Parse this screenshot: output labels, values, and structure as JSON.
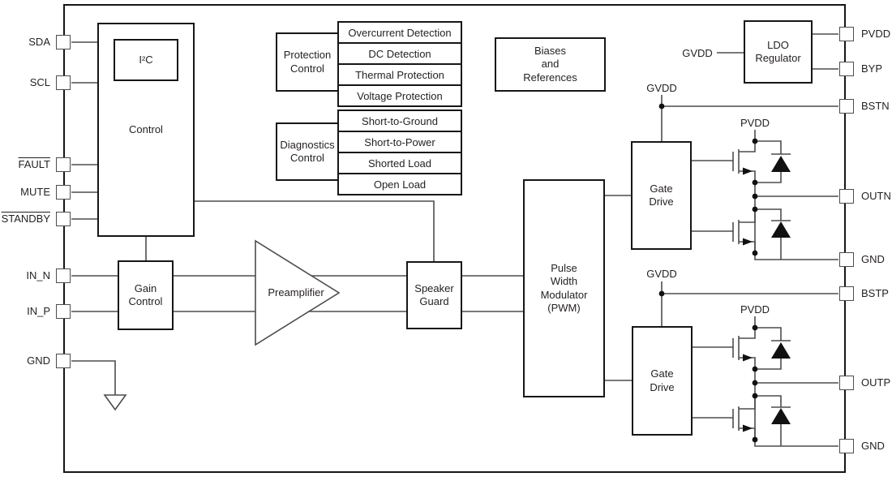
{
  "figure": {
    "type": "functional-block-diagram",
    "colors": {
      "background": "#ffffff",
      "wire": "#4d4d4d",
      "block_border": "#161616",
      "text": "#231f20",
      "fill": "#111111"
    }
  },
  "pins": {
    "left": [
      {
        "label": "SDA"
      },
      {
        "label": "SCL"
      },
      {
        "label": "FAULT",
        "overline": true
      },
      {
        "label": "MUTE"
      },
      {
        "label": "STANDBY",
        "overline": true
      },
      {
        "label": "IN_N"
      },
      {
        "label": "IN_P"
      },
      {
        "label": "GND"
      }
    ],
    "right": [
      {
        "label": "PVDD"
      },
      {
        "label": "BYP"
      },
      {
        "label": "BSTN"
      },
      {
        "label": "OUTN"
      },
      {
        "label": "GND"
      },
      {
        "label": "BSTP"
      },
      {
        "label": "OUTP"
      },
      {
        "label": "GND"
      }
    ]
  },
  "blocks": {
    "control": "Control",
    "i2c": "I²C",
    "protection_control": "Protection\nControl",
    "diagnostics_control": "Diagnostics\nControl",
    "biases": "Biases\nand\nReferences",
    "ldo": "LDO\nRegulator",
    "gain_control": "Gain\nControl",
    "preamplifier": "Preamplifier",
    "speaker_guard": "Speaker\nGuard",
    "pwm": "Pulse\nWidth\nModulator\n(PWM)",
    "gate_drive_n": "Gate\nDrive",
    "gate_drive_p": "Gate\nDrive"
  },
  "protection_items": [
    "Overcurrent Detection",
    "DC Detection",
    "Thermal Protection",
    "Voltage Protection"
  ],
  "diagnostics_items": [
    "Short-to-Ground",
    "Short-to-Power",
    "Shorted Load",
    "Open Load"
  ],
  "net_labels": {
    "gvdd_ldo": "GVDD",
    "gvdd_n": "GVDD",
    "gvdd_p": "GVDD",
    "pvdd_n": "PVDD",
    "pvdd_p": "PVDD"
  }
}
